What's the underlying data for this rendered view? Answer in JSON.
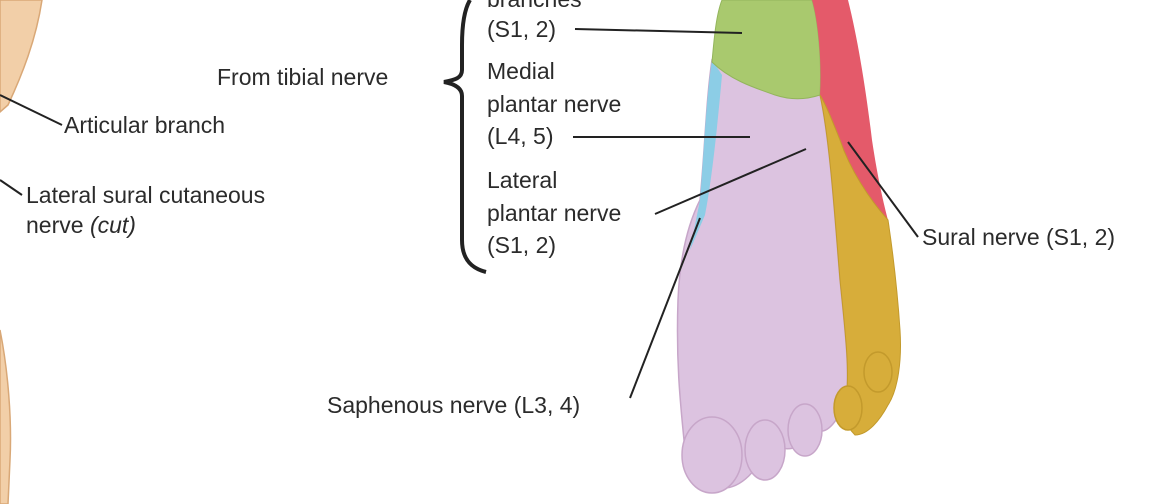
{
  "labels": {
    "branches_partial": "branches",
    "branches_level": "(S1, 2)",
    "from_tibial": "From tibial nerve",
    "medial_line1": "Medial",
    "medial_line2": "plantar nerve",
    "medial_level": "(L4, 5)",
    "lateral_line1": "Lateral",
    "lateral_line2": "plantar nerve",
    "lateral_level": "(S1, 2)",
    "articular": "Articular branch",
    "lateral_sural_line1": "Lateral sural cutaneous",
    "lateral_sural_line2": "nerve",
    "lateral_sural_cut": "(cut)",
    "sural": "Sural nerve (S1, 2)",
    "saphenous": "Saphenous nerve (L3, 4)"
  },
  "colors": {
    "calcaneal_branches_region": "#a9c96e",
    "medial_plantar_region": "#dcc3e0",
    "lateral_plantar_region": "#d7ad3a",
    "sural_region": "#e45a6a",
    "saphenous_region": "#8ccde6",
    "leg_skin": "#f2cfa8",
    "text": "#2b2b2b"
  }
}
